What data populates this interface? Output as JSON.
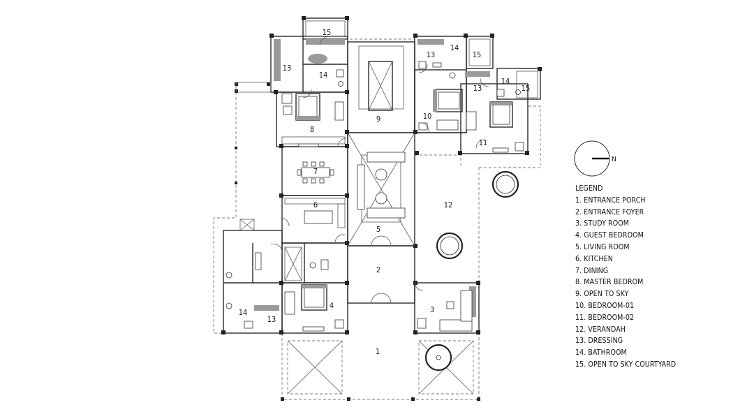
{
  "plan": {
    "rooms": [
      {
        "id": "porch",
        "label": "1"
      },
      {
        "id": "foyer",
        "label": "2"
      },
      {
        "id": "study",
        "label": "3"
      },
      {
        "id": "guest",
        "label": "4"
      },
      {
        "id": "living",
        "label": "5"
      },
      {
        "id": "kitchen",
        "label": "6"
      },
      {
        "id": "dining",
        "label": "7"
      },
      {
        "id": "master",
        "label": "8"
      },
      {
        "id": "opensky",
        "label": "9"
      },
      {
        "id": "bed1",
        "label": "10"
      },
      {
        "id": "bed2",
        "label": "11"
      },
      {
        "id": "verandah",
        "label": "12"
      },
      {
        "id": "dress-master",
        "label": "13"
      },
      {
        "id": "bath-master",
        "label": "14"
      },
      {
        "id": "court-master",
        "label": "15"
      },
      {
        "id": "dress-bed1",
        "label": "13"
      },
      {
        "id": "bath-bed1",
        "label": "14"
      },
      {
        "id": "court-bed1",
        "label": "15"
      },
      {
        "id": "dress-bed2",
        "label": "13"
      },
      {
        "id": "bath-bed2",
        "label": "14"
      },
      {
        "id": "court-bed2",
        "label": "15"
      },
      {
        "id": "bath-guest",
        "label": "14"
      },
      {
        "id": "dress-guest",
        "label": "13"
      }
    ]
  },
  "compass": {
    "label": "N"
  },
  "legend": {
    "title": "LEGEND",
    "items": [
      "1. ENTRANCE PORCH",
      "2. ENTRANCE FOYER",
      "3. STUDY ROOM",
      "4. GUEST BEDROOM",
      "5. LIVING ROOM",
      "6. KITCHEN",
      "7. DINING",
      "8. MASTER BEDROM",
      "9. OPEN TO SKY",
      "10. BEDROOM-01",
      "11. BEDROOM-02",
      "12. VERANDAH",
      "13. DRESSING",
      "14. BATHROOM",
      "15. OPEN TO SKY COURTYARD"
    ]
  }
}
